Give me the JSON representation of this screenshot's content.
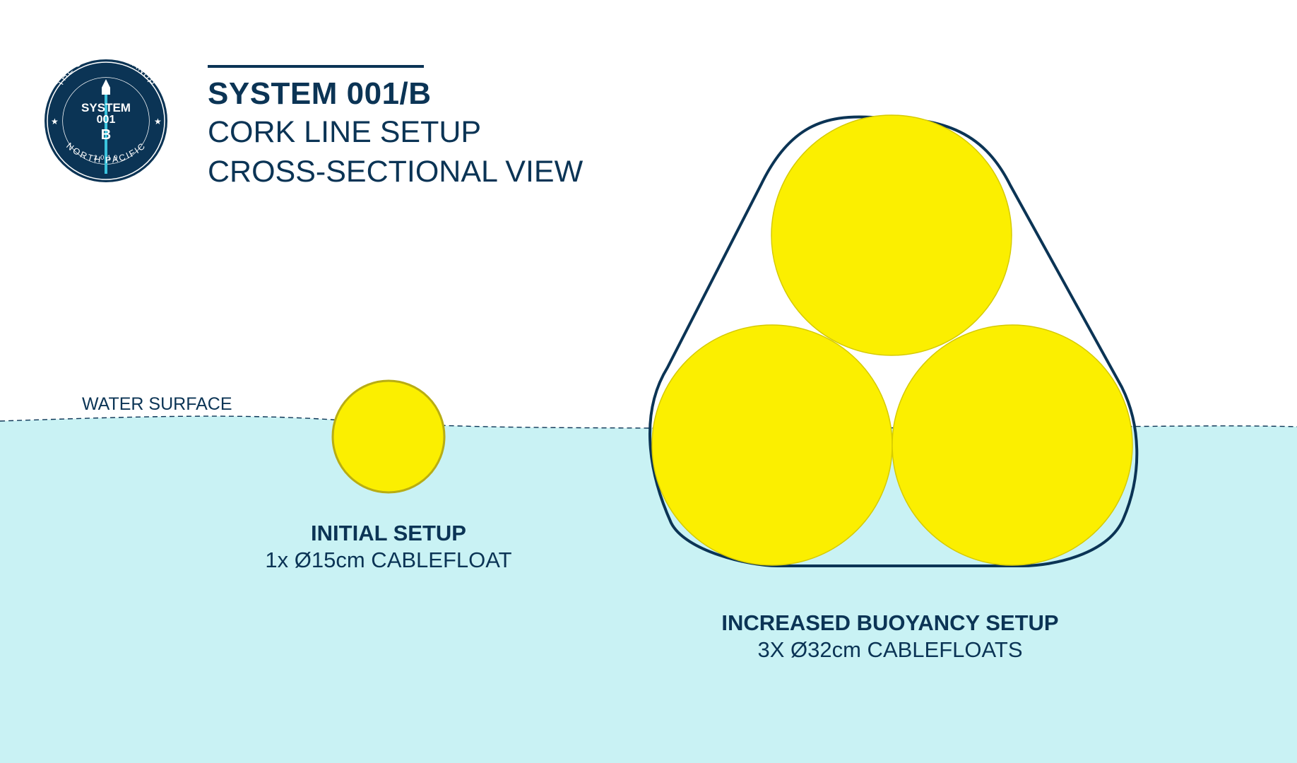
{
  "colors": {
    "navy": "#0b3455",
    "water": "#c9f2f4",
    "float": "#fbef00",
    "float_outline_small": "#b8ad13",
    "float_outline_large": "#d6cb00",
    "badge_accent": "#3bc4dd"
  },
  "badge": {
    "ring_text_top": "THE OCEAN CLEANUP",
    "line1": "SYSTEM",
    "line2": "001",
    "line3": "B",
    "year": "2 0 1 9",
    "ring_text_bottom": "NORTH PACIFIC"
  },
  "header": {
    "title": "SYSTEM 001/B",
    "subtitle_1": "CORK LINE SETUP",
    "subtitle_2": "CROSS-SECTIONAL VIEW"
  },
  "water": {
    "label": "WATER SURFACE"
  },
  "setups": {
    "initial": {
      "title": "INITIAL SETUP",
      "detail": "1x Ø15cm CABLEFLOAT",
      "float_count": 1
    },
    "increased": {
      "title": "INCREASED BUOYANCY SETUP",
      "detail": "3X Ø32cm CABLEFLOATS",
      "float_count": 3
    }
  }
}
